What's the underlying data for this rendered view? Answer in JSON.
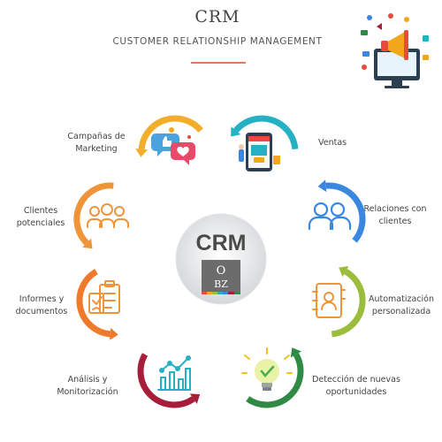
{
  "header": {
    "title": "CRM",
    "subtitle": "CUSTOMER RELATIONSHIP MANAGEMENT"
  },
  "center": {
    "title": "CRM",
    "logo_letters": [
      "O",
      "BZ"
    ]
  },
  "items": [
    {
      "key": "campanas",
      "lines": [
        "Campañas de",
        "Marketing"
      ],
      "color": "#f2ad2b",
      "icon": "chat-likes-icon"
    },
    {
      "key": "ventas",
      "lines": [
        "Ventas"
      ],
      "color": "#26b0c4",
      "icon": "phone-store-icon"
    },
    {
      "key": "relaciones",
      "lines": [
        "Relaciones con",
        "clientes"
      ],
      "color": "#3a87e0",
      "icon": "two-users-icon"
    },
    {
      "key": "automatizacion",
      "lines": [
        "Automatización",
        "personalizada"
      ],
      "color": "#9bbd3c",
      "icon": "contact-book-icon"
    },
    {
      "key": "deteccion",
      "lines": [
        "Detección de nuevas",
        "oportunidades"
      ],
      "color": "#2f8a45",
      "icon": "lightbulb-icon"
    },
    {
      "key": "analisis",
      "lines": [
        "Análisis y",
        "Monitorización"
      ],
      "color": "#a61e3a",
      "icon": "line-chart-icon"
    },
    {
      "key": "informes",
      "lines": [
        "Informes y",
        "documentos"
      ],
      "color": "#ef7a2b",
      "icon": "clipboard-icon"
    },
    {
      "key": "clientes",
      "lines": [
        "Clientes",
        "potenciales"
      ],
      "color": "#f0943a",
      "icon": "users-group-icon"
    }
  ],
  "illustration": {
    "icon": "marketing-monitor-icon"
  }
}
